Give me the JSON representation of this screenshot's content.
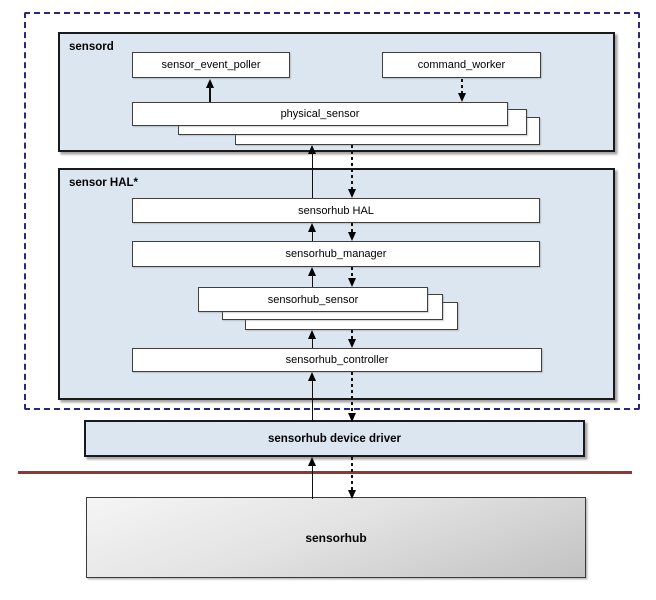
{
  "diagram": {
    "title_hint": "sensorhub software stack diagram",
    "groups": {
      "sensord": {
        "label": "sensord"
      },
      "sensor_hal": {
        "label": "sensor HAL*"
      }
    },
    "nodes": {
      "sensor_event_poller": "sensor_event_poller",
      "command_worker": "command_worker",
      "physical_sensor": "physical_sensor",
      "sensorhub_hal": "sensorhub HAL",
      "sensorhub_manager": "sensorhub_manager",
      "sensorhub_sensor": "sensorhub_sensor",
      "sensorhub_controller": "sensorhub_controller",
      "device_driver": "sensorhub device driver",
      "sensorhub": "sensorhub"
    },
    "stacked_nodes": [
      "physical_sensor",
      "sensorhub_sensor"
    ],
    "edges": [
      {
        "from": "physical_sensor",
        "to": "sensor_event_poller",
        "style": "solid",
        "direction": "up"
      },
      {
        "from": "command_worker",
        "to": "physical_sensor",
        "style": "dashed",
        "direction": "down"
      },
      {
        "from": "sensorhub HAL",
        "to": "physical_sensor",
        "style": "solid",
        "direction": "up"
      },
      {
        "from": "physical_sensor",
        "to": "sensorhub HAL",
        "style": "dashed",
        "direction": "down"
      },
      {
        "from": "sensorhub_manager",
        "to": "sensorhub HAL",
        "style": "solid",
        "direction": "up"
      },
      {
        "from": "sensorhub HAL",
        "to": "sensorhub_manager",
        "style": "dashed",
        "direction": "down"
      },
      {
        "from": "sensorhub_sensor",
        "to": "sensorhub_manager",
        "style": "solid",
        "direction": "up"
      },
      {
        "from": "sensorhub_manager",
        "to": "sensorhub_sensor",
        "style": "dashed",
        "direction": "down"
      },
      {
        "from": "sensorhub_controller",
        "to": "sensorhub_sensor",
        "style": "solid",
        "direction": "up"
      },
      {
        "from": "sensorhub_sensor",
        "to": "sensorhub_controller",
        "style": "dashed",
        "direction": "down"
      },
      {
        "from": "sensorhub device driver",
        "to": "sensorhub_controller",
        "style": "solid",
        "direction": "up"
      },
      {
        "from": "sensorhub_controller",
        "to": "sensorhub device driver",
        "style": "dashed",
        "direction": "down"
      },
      {
        "from": "sensorhub",
        "to": "sensorhub device driver",
        "style": "solid",
        "direction": "up"
      },
      {
        "from": "sensorhub device driver",
        "to": "sensorhub",
        "style": "dashed",
        "direction": "down"
      }
    ],
    "colors": {
      "container_fill": "#dce6f1",
      "container_border": "#1a1a1a",
      "node_fill": "#ffffff",
      "node_border": "#3f3f3f",
      "dashed_frame": "#28287f",
      "kernel_separator": "#943634",
      "hardware_fill_top": "#f5f5f5",
      "hardware_fill_bottom": "#c2c2c2",
      "background": "#ffffff"
    }
  }
}
